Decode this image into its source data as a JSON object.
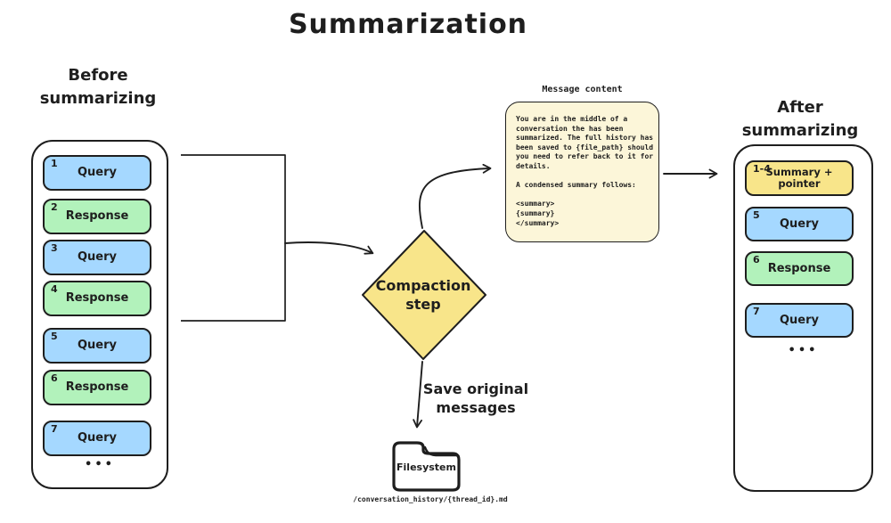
{
  "title": "Summarization",
  "colors": {
    "stroke": "#1e1e1e",
    "query": "#a5d8ff",
    "response": "#b2f2bb",
    "summary": "#f8e58a",
    "diamond": "#f8e58a",
    "note": "#fcf6d9"
  },
  "before": {
    "label_lines": [
      "Before",
      "summarizing"
    ],
    "items": [
      {
        "num": "1",
        "label": "Query",
        "type": "query"
      },
      {
        "num": "2",
        "label": "Response",
        "type": "response"
      },
      {
        "num": "3",
        "label": "Query",
        "type": "query"
      },
      {
        "num": "4",
        "label": "Response",
        "type": "response"
      },
      {
        "num": "5",
        "label": "Query",
        "type": "query"
      },
      {
        "num": "6",
        "label": "Response",
        "type": "response"
      },
      {
        "num": "7",
        "label": "Query",
        "type": "query"
      }
    ],
    "ellipsis": "•••"
  },
  "compaction": {
    "label_lines": [
      "Compaction",
      "step"
    ]
  },
  "message": {
    "label": "Message content",
    "lines": [
      "You are in the middle of a",
      "conversation the has been",
      "summarized. The full history has",
      "been saved to {file_path} should",
      "you need to refer back to it for",
      "details.",
      "",
      "A condensed summary follows:",
      "",
      "<summary>",
      "{summary}",
      "</summary>"
    ]
  },
  "save_arrow": {
    "label_lines": [
      "Save original",
      "messages"
    ]
  },
  "filesystem": {
    "label": "Filesystem",
    "path": "/conversation_history/{thread_id}.md"
  },
  "after": {
    "label_lines": [
      "After",
      "summarizing"
    ],
    "items": [
      {
        "num": "1-4",
        "label_lines": [
          "Summary +",
          "pointer"
        ],
        "type": "summary"
      },
      {
        "num": "5",
        "label": "Query",
        "type": "query"
      },
      {
        "num": "6",
        "label": "Response",
        "type": "response"
      },
      {
        "num": "7",
        "label": "Query",
        "type": "query"
      }
    ],
    "ellipsis": "•••"
  }
}
